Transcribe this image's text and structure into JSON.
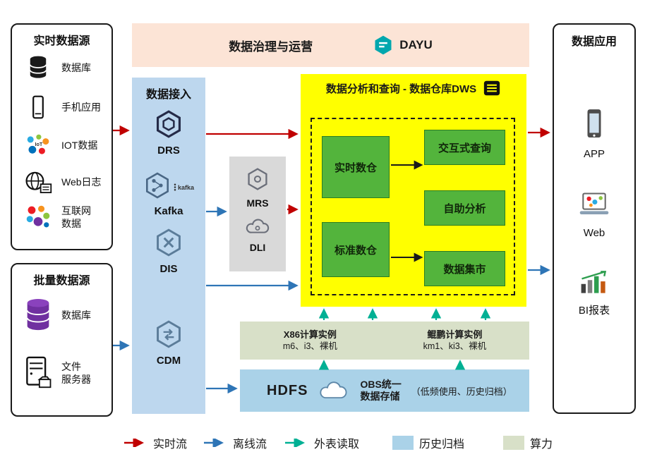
{
  "realtime_sources": {
    "title": "实时数据源",
    "items": [
      {
        "label": "数据库",
        "icon": "database-icon"
      },
      {
        "label": "手机应用",
        "icon": "phone-icon"
      },
      {
        "label": "IOT数据",
        "icon": "iot-icon"
      },
      {
        "label": "Web日志",
        "icon": "web-log-icon"
      },
      {
        "label": "互联网\n数据",
        "icon": "internet-data-icon"
      }
    ]
  },
  "batch_sources": {
    "title": "批量数据源",
    "items": [
      {
        "label": "数据库",
        "icon": "database-stack-icon"
      },
      {
        "label": "文件\n服务器",
        "icon": "file-server-icon"
      }
    ]
  },
  "governance": {
    "title": "数据治理与运营",
    "logo_text": "DAYU"
  },
  "ingestion": {
    "title": "数据接入",
    "services": [
      {
        "name": "DRS"
      },
      {
        "name": "Kafka",
        "logo_text": "kafka"
      },
      {
        "name": "DIS"
      },
      {
        "name": "CDM"
      }
    ]
  },
  "processing": {
    "services": [
      {
        "name": "MRS"
      },
      {
        "name": "DLI"
      }
    ]
  },
  "dws": {
    "title": "数据分析和查询 - 数据仓库DWS",
    "warehouses": [
      {
        "label": "实时数仓"
      },
      {
        "label": "标准数仓"
      }
    ],
    "functions": [
      {
        "label": "交互式查询"
      },
      {
        "label": "自助分析"
      },
      {
        "label": "数据集市"
      }
    ]
  },
  "compute": {
    "groups": [
      {
        "title": "X86计算实例",
        "models": "m6、i3、裸机"
      },
      {
        "title": "鲲鹏计算实例",
        "models": "km1、ki3、裸机"
      }
    ]
  },
  "storage": {
    "hdfs_label": "HDFS",
    "obs_label": "OBS统一\n数据存储",
    "note": "（低频使用、历史归档）"
  },
  "applications": {
    "title": "数据应用",
    "items": [
      {
        "label": "APP"
      },
      {
        "label": "Web"
      },
      {
        "label": "BI报表"
      }
    ]
  },
  "legend": {
    "items": [
      {
        "label": "实时流",
        "type": "arrow",
        "color": "#c00000"
      },
      {
        "label": "离线流",
        "type": "arrow",
        "color": "#2e75b6"
      },
      {
        "label": "外表读取",
        "type": "arrow",
        "color": "#00b094"
      },
      {
        "label": "历史归档",
        "type": "swatch",
        "color": "#aad2e8"
      },
      {
        "label": "算力",
        "type": "swatch",
        "color": "#d8e0c8"
      }
    ]
  }
}
